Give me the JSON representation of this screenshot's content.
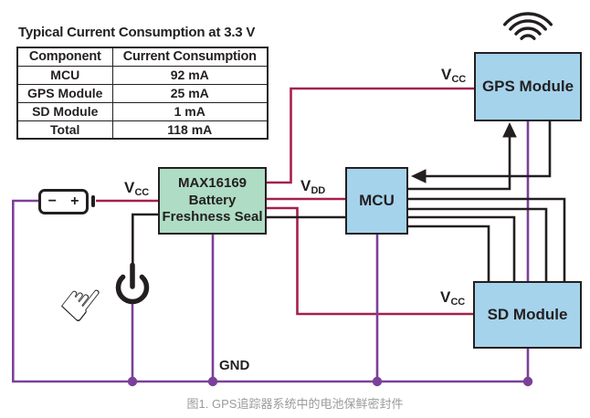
{
  "colors": {
    "wire_red": "#A5204E",
    "wire_purple": "#7B4099",
    "wire_black": "#231F20",
    "block_green": "#AFDCC4",
    "block_blue": "#A5D3EC",
    "caption_gray": "#9B9B9B"
  },
  "consumption_table": {
    "title": "Typical Current Consumption at 3.3 V",
    "headers": [
      "Component",
      "Current Consumption"
    ],
    "rows": [
      [
        "MCU",
        "92 mA"
      ],
      [
        "GPS Module",
        "25 mA"
      ],
      [
        "SD Module",
        "1 mA"
      ],
      [
        "Total",
        "118 mA"
      ]
    ]
  },
  "blocks": {
    "battery_seal": {
      "line1": "MAX16169",
      "line2": "Battery",
      "line3": "Freshness Seal"
    },
    "mcu": {
      "label": "MCU"
    },
    "gps": {
      "label": "GPS Module"
    },
    "sd": {
      "label": "SD Module"
    }
  },
  "net_labels": {
    "v": "V",
    "cc_sub": "CC",
    "dd_sub": "DD",
    "gnd": "GND"
  },
  "battery": {
    "minus": "−",
    "plus": "+"
  },
  "icons": {
    "wireless": "wireless-signal-icon",
    "power": "power-button-icon",
    "hand": "pressing-hand-icon",
    "hand_glyph": "☝",
    "battery": "battery-icon"
  },
  "caption": "图1. GPS追踪器系统中的电池保鲜密封件"
}
